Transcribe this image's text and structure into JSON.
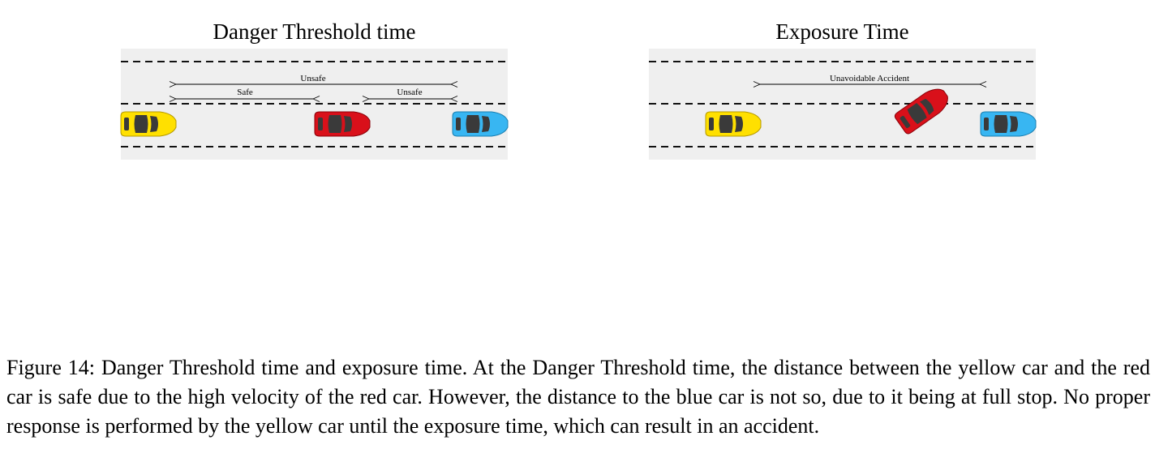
{
  "panels": {
    "left": {
      "title": "Danger Threshold time",
      "labels": {
        "top": "Unsafe",
        "safe": "Safe",
        "unsafe_right": "Unsafe"
      }
    },
    "right": {
      "title": "Exposure Time",
      "labels": {
        "top": "Unavoidable Accident"
      }
    }
  },
  "colors": {
    "road": "#efefef",
    "lane_marking": "#111111",
    "yellow_car": "#ffe000",
    "red_car": "#d9101a",
    "blue_car": "#38b6f2",
    "windows": "#3a3a3a"
  },
  "cars": [
    "yellow-car",
    "red-car",
    "blue-car"
  ],
  "caption": "Figure 14: Danger Threshold time and exposure time. At the Danger Threshold time, the distance between the yellow car and the red car is safe due to the high velocity of the red car. However, the distance to the blue car is not so, due to it being at full stop. No proper response is performed by the yellow car until the exposure time, which can result in an accident."
}
